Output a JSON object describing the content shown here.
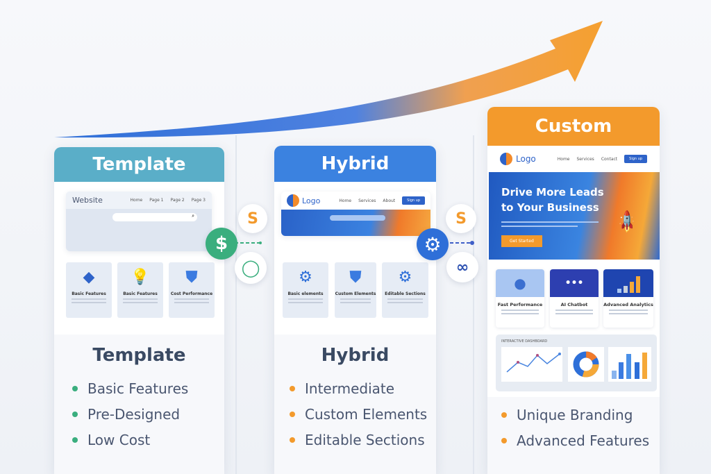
{
  "columns": [
    {
      "header": "Template",
      "color": "#5aaec8",
      "bullet_color": "#3aae7e",
      "mock": {
        "site_title": "Website",
        "nav": [
          "Home",
          "Page 1",
          "Page 2",
          "Page 3"
        ],
        "features": [
          "Basic Features",
          "Basic Features",
          "Cost Performance"
        ]
      },
      "title": "Template",
      "bullets": [
        "Basic Features",
        "Pre-Designed",
        "Low Cost"
      ]
    },
    {
      "header": "Hybrid",
      "color": "#3b82e0",
      "bullet_color": "#f39a2c",
      "mock": {
        "logo": "Logo",
        "nav": [
          "Home",
          "Services",
          "About"
        ],
        "signup": "Sign up",
        "features": [
          "Basic elements",
          "Custom Elements",
          "Editable Sections"
        ]
      },
      "title": "Hybrid",
      "bullets": [
        "Intermediate",
        "Custom Elements",
        "Editable Sections"
      ]
    },
    {
      "header": "Custom",
      "color": "#f39a2c",
      "bullet_color": "#f39a2c",
      "mock": {
        "logo": "Logo",
        "nav": [
          "Home",
          "Services",
          "Contact"
        ],
        "signup": "Sign up",
        "hero_line1": "Drive More Leads",
        "hero_line2": "to Your Business",
        "cta": "Get Started",
        "features": [
          "Fast Performance",
          "AI Chatbot",
          "Advanced Analytics"
        ],
        "dashboard_label": "INTERACTIVE DASHBOARD"
      },
      "bullets": [
        "Unique Branding",
        "Advanced Features"
      ]
    }
  ],
  "connectors": {
    "left": [
      "dollar-icon",
      "swirl-icon",
      "refresh-icon"
    ],
    "right": [
      "gear-icon",
      "swirl-icon",
      "link-icon"
    ]
  }
}
